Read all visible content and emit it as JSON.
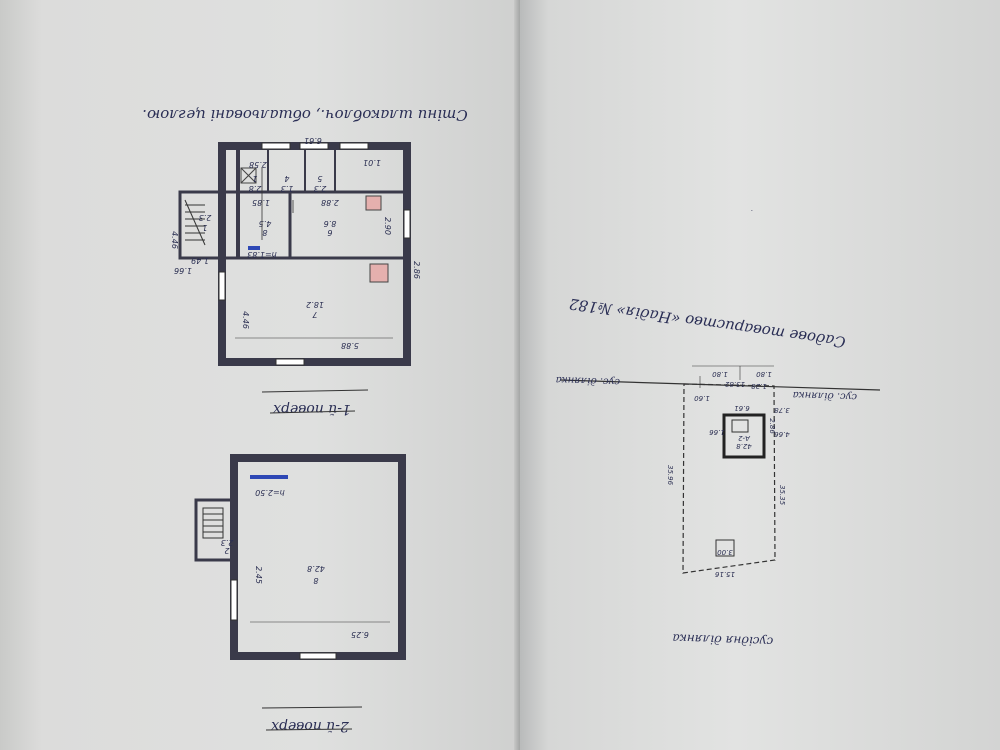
{
  "left_page": {
    "top_note": "Стіни шлакоблоч., обшальовані цеглою.",
    "floor1": {
      "title": "1-й поверх",
      "dims": {
        "top": "6.61",
        "bottom": "5.88",
        "right_upper": "2.90",
        "right_lower": "2.86",
        "left_lower": "4.46",
        "d_185": "1.85",
        "d_288": "2.88",
        "d_258": "2.58",
        "d_101": "1.01",
        "porch_w": "1.49",
        "porch_h": "4.46",
        "porch_side": "1.66",
        "height_mark": "h=1.83"
      },
      "rooms": [
        {
          "num": "1",
          "area": "2.8"
        },
        {
          "num": "4",
          "area": "1.3"
        },
        {
          "num": "5",
          "area": "2.3"
        },
        {
          "num": "8",
          "area": "4.5"
        },
        {
          "num": "6",
          "area": "8.6"
        },
        {
          "num": "7",
          "area": "18.2"
        },
        {
          "num": "1",
          "area": "2.3"
        }
      ]
    },
    "floor2": {
      "title": "2-й поверх",
      "dims": {
        "bottom": "6.25",
        "left": "2.45",
        "height_mark": "h=2.50"
      },
      "rooms": [
        {
          "num": "8",
          "area": "42.8"
        },
        {
          "num": "2",
          "area": "2.3"
        }
      ]
    }
  },
  "right_page": {
    "title": "Садове товариство «Надія» №182",
    "site_plan": {
      "neighbor_top_left": "сус. ділянка",
      "neighbor_top_right": "сус. ділянка",
      "neighbor_bottom": "сусідня ділянка",
      "dims": {
        "top_a": "1.80",
        "top_b": "1.80",
        "top_c": "1.60",
        "gate": "1.28",
        "top_width": "13.82",
        "left_len": "35.96",
        "right_len": "35.35",
        "bottom_width": "15.16",
        "d_466": "4.66",
        "d_378": "3.78",
        "d_661": "6.61",
        "d_166": "1.66",
        "d_286": "2.86",
        "shed": "3.00"
      },
      "house_label": "А-2",
      "house_area": "42.8"
    }
  }
}
